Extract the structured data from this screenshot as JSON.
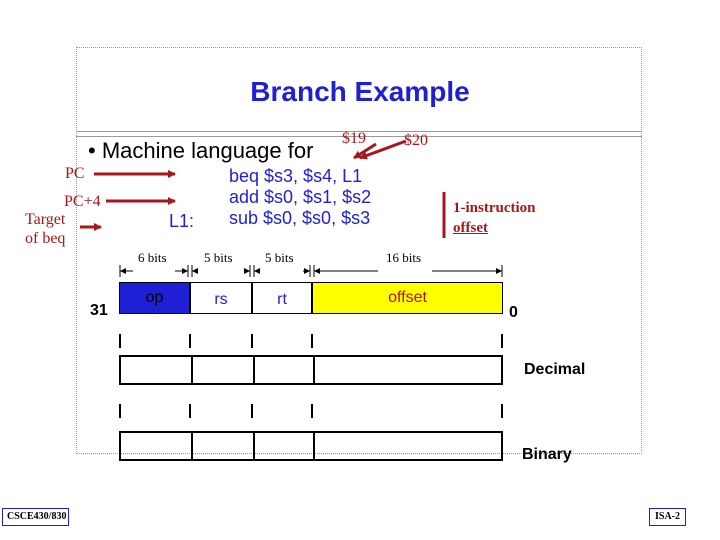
{
  "slide": {
    "title": "Branch Example",
    "bullet": "Machine language for",
    "annotations": {
      "s19": "$19",
      "s20": "$20"
    },
    "side_labels": {
      "pc": "PC",
      "pc4": "PC+4",
      "target_line1": "Target",
      "target_line2": "of beq"
    },
    "label_l1": "L1:",
    "code_lines": [
      "beq $s3, $s4, L1",
      "add $s0, $s1, $s2",
      "sub $s0, $s0, $s3"
    ],
    "brace_note": [
      "1-instruction",
      "offset"
    ],
    "field_widths": {
      "op": "6 bits",
      "rs": "5 bits",
      "rt": "5 bits",
      "offset": "16 bits"
    },
    "fields": {
      "op": "op",
      "rs": "rs",
      "rt": "rt",
      "offset": "offset"
    },
    "bit_numbers": {
      "high": "31",
      "low": "0"
    },
    "row_labels": {
      "decimal": "Decimal",
      "binary": "Binary"
    },
    "footer": {
      "course": "CSCE430/830",
      "page": "ISA-2"
    },
    "colors": {
      "title": "#1f1fd6",
      "accent_red": "#a8161b",
      "op_field": "#1f1fd6",
      "offset_field": "#ffff00"
    }
  }
}
